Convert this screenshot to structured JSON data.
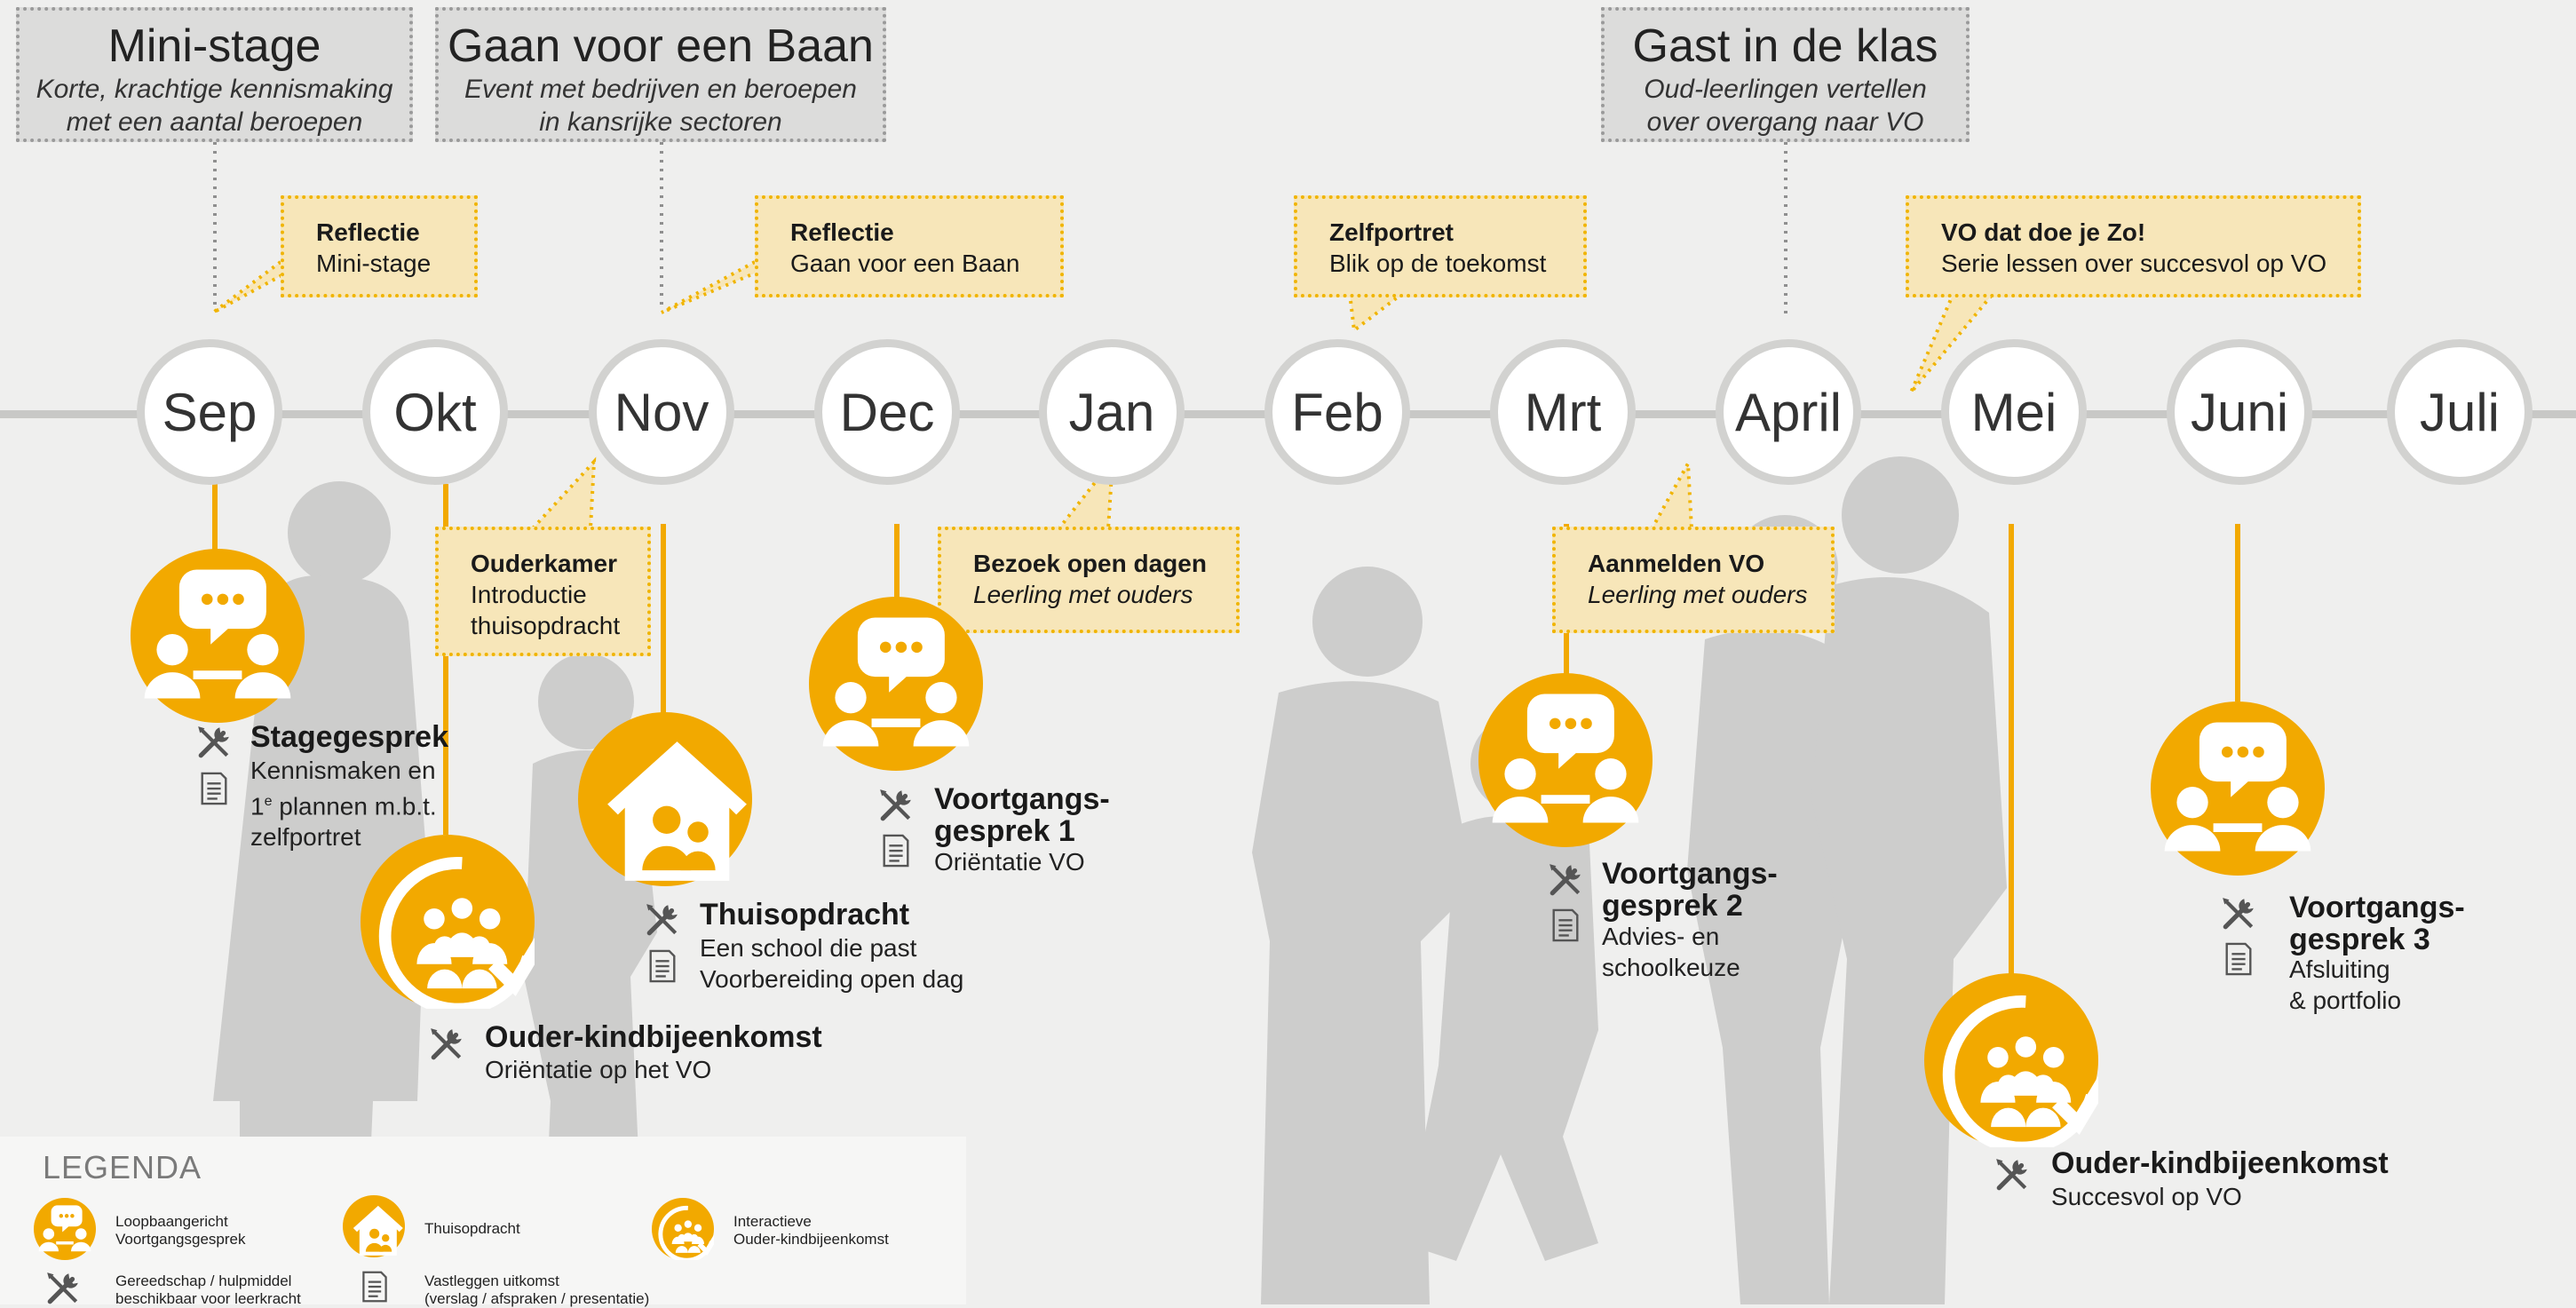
{
  "top_boxes": [
    {
      "title": "Mini-stage",
      "line1": "Korte, krachtige kennismaking",
      "line2": "met een aantal beroepen"
    },
    {
      "title": "Gaan voor een Baan",
      "line1": "Event met bedrijven en beroepen",
      "line2": "in kansrijke sectoren"
    },
    {
      "title": "Gast in de klas",
      "line1": "Oud-leerlingen vertellen",
      "line2": "over overgang naar VO"
    }
  ],
  "upper_notes": [
    {
      "title": "Reflectie",
      "text": "Mini-stage"
    },
    {
      "title": "Reflectie",
      "text": "Gaan voor een Baan"
    },
    {
      "title": "Zelfportret",
      "text": "Blik op de toekomst"
    },
    {
      "title": "VO dat doe je Zo!",
      "text": "Serie lessen over succesvol op VO"
    }
  ],
  "months": [
    "Sep",
    "Okt",
    "Nov",
    "Dec",
    "Jan",
    "Feb",
    "Mrt",
    "April",
    "Mei",
    "Juni",
    "Juli"
  ],
  "lower_notes": [
    {
      "title": "Ouderkamer",
      "line1": "Introductie",
      "line2": "thuisopdracht"
    },
    {
      "title": "Bezoek open dagen",
      "line1": "Leerling met ouders"
    },
    {
      "title": "Aanmelden VO",
      "line1": "Leerling met ouders"
    }
  ],
  "events": {
    "stagegesprek": {
      "title": "Stagegesprek",
      "line1": "Kennismaken en",
      "line2_pre": "1",
      "line2_sup": "e",
      "line2_post": " plannen m.b.t.",
      "line3": "zelfportret"
    },
    "ouderkind1": {
      "title": "Ouder-kindbijeenkomst",
      "line1": "Oriëntatie op het VO"
    },
    "thuisopdracht": {
      "title": "Thuisopdracht",
      "line1": "Een school die past",
      "line2": "Voorbereiding open dag"
    },
    "voortgang1": {
      "title1": "Voortgangs-",
      "title2": "gesprek 1",
      "line1": "Oriëntatie VO"
    },
    "voortgang2": {
      "title1": "Voortgangs-",
      "title2": "gesprek 2",
      "line1": "Advies- en",
      "line2": "schoolkeuze"
    },
    "voortgang3": {
      "title1": "Voortgangs-",
      "title2": "gesprek 3",
      "line1": "Afsluiting",
      "line2": "& portfolio"
    },
    "ouderkind2": {
      "title": "Ouder-kindbijeenkomst",
      "line1": "Succesvol op VO"
    }
  },
  "legend": {
    "title": "LEGENDA",
    "gesprek": {
      "l1": "Loopbaangericht",
      "l2": "Voortgangsgesprek"
    },
    "thuis": "Thuisopdracht",
    "interactief": {
      "l1": "Interactieve",
      "l2": "Ouder-kindbijeenkomst"
    },
    "tool": {
      "l1": "Gereedschap / hulpmiddel",
      "l2": "beschikbaar voor leerkracht"
    },
    "doc": {
      "l1": "Vastleggen uitkomst",
      "l2": "(verslag / afspraken / presentatie)"
    }
  },
  "colors": {
    "accent": "#f2a900",
    "note_fill": "#f7e6b9",
    "timeline": "#c8c8c6",
    "silhouette": "#cbcbca",
    "background": "#efefee"
  }
}
